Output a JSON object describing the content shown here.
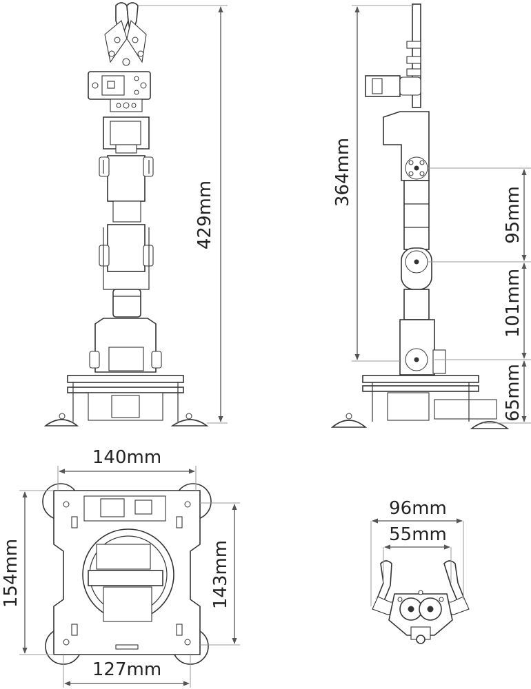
{
  "dimensions": {
    "front_height": "429mm",
    "side_height": "364mm",
    "upper_arm": "95mm",
    "forearm": "101mm",
    "base_height": "65mm",
    "base_width_top": "140mm",
    "base_height_left": "154mm",
    "base_height_right": "143mm",
    "base_width_bottom": "127mm",
    "gripper_open_outer": "96mm",
    "gripper_open_inner": "55mm"
  }
}
